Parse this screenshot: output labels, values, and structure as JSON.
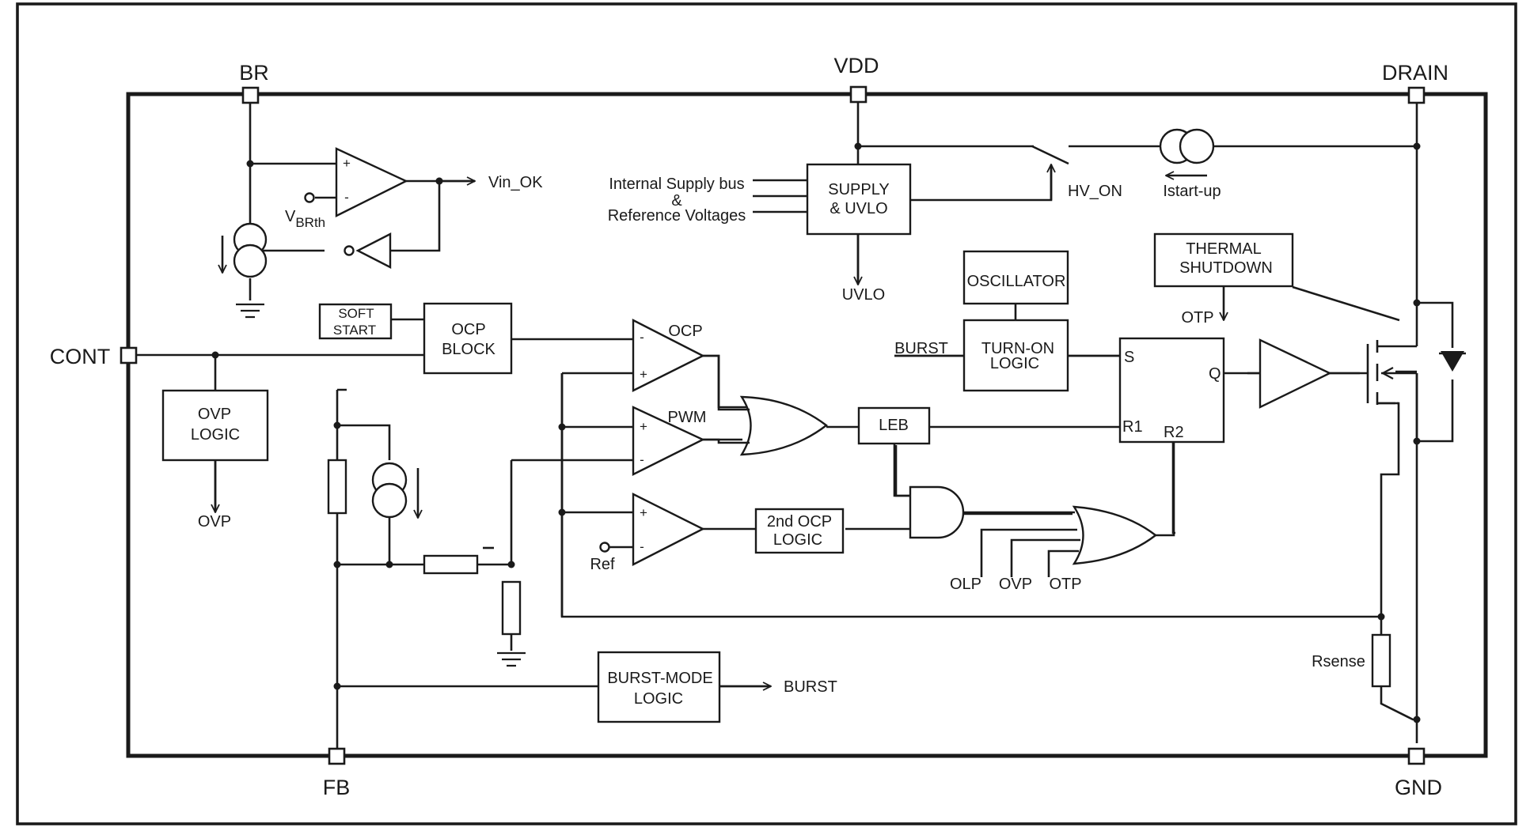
{
  "pins": {
    "br": "BR",
    "vdd": "VDD",
    "drain": "DRAIN",
    "cont": "CONT",
    "fb": "FB",
    "gnd": "GND"
  },
  "blocks": {
    "supply_uvlo": [
      "SUPPLY",
      "& UVLO"
    ],
    "soft_start": [
      "SOFT",
      "START"
    ],
    "ocp_block": [
      "OCP",
      "BLOCK"
    ],
    "ovp_logic": [
      "OVP",
      "LOGIC"
    ],
    "oscillator": "OSCILLATOR",
    "turn_on_logic": [
      "TURN-ON",
      "LOGIC"
    ],
    "thermal_shutdown": [
      "THERMAL",
      "SHUTDOWN"
    ],
    "leb": "LEB",
    "ocp2_logic": [
      "2nd OCP",
      "LOGIC"
    ],
    "burst_mode_logic": [
      "BURST-MODE",
      "LOGIC"
    ]
  },
  "labels": {
    "vin_ok": "Vin_OK",
    "vbrth_main": "V",
    "vbrth_sub": "BRth",
    "internal_supply": [
      "Internal Supply bus",
      "&",
      "Reference Voltages"
    ],
    "uvlo": "UVLO",
    "hv_on": "HV_ON",
    "istartup": "Istart-up",
    "otp_out": "OTP",
    "burst_in": "BURST",
    "ocp_comp": "OCP",
    "pwm_comp": "PWM",
    "ovp_out": "OVP",
    "ref": "Ref",
    "olp": "OLP",
    "ovp_in": "OVP",
    "otp_in": "OTP",
    "burst_out": "BURST",
    "rsense": "Rsense",
    "latch_s": "S",
    "latch_r1": "R1",
    "latch_r2": "R2",
    "latch_q": "Q",
    "plus": "+",
    "minus": "-"
  }
}
